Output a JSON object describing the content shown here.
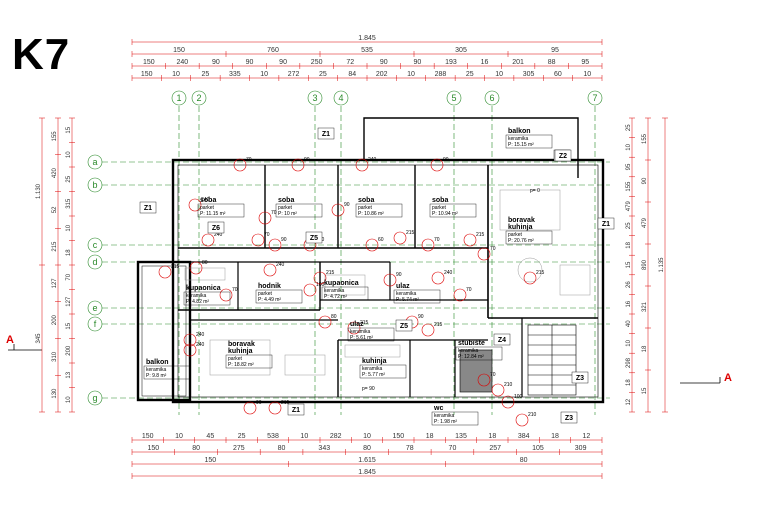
{
  "title": "K7",
  "section_labels": [
    "A",
    "A"
  ],
  "dims": {
    "top_total": "1.845",
    "top_row2": [
      "150",
      "760",
      "535",
      "305",
      "95"
    ],
    "top_row3": [
      "150",
      "240",
      "90",
      "90",
      "90",
      "250",
      "72",
      "90",
      "90",
      "193",
      "16",
      "201",
      "88",
      "95"
    ],
    "top_row4": [
      "150",
      "10",
      "25",
      "335",
      "10",
      "272",
      "25",
      "84",
      "202",
      "10",
      "288",
      "25",
      "10",
      "305",
      "60",
      "10"
    ],
    "bottom_row1": [
      "150",
      "10",
      "45",
      "25",
      "538",
      "10",
      "282",
      "10",
      "150",
      "18",
      "135",
      "18",
      "384",
      "18",
      "12"
    ],
    "bottom_row2": [
      "150",
      "80",
      "275",
      "80",
      "343",
      "80",
      "78",
      "70",
      "257",
      "105",
      "309"
    ],
    "bottom_row3": [
      "150",
      "1.615",
      "80"
    ],
    "bottom_total": "1.845",
    "left_outer": [
      "1.130",
      "345"
    ],
    "left_mid": [
      "155",
      "420",
      "52",
      "215",
      "127",
      "200",
      "310",
      "130"
    ],
    "left_inner": [
      "15",
      "10",
      "25",
      "315",
      "10",
      "18",
      "70",
      "127",
      "15",
      "200",
      "13",
      "10"
    ],
    "right_inner": [
      "25",
      "10",
      "95",
      "155",
      "479",
      "25",
      "18",
      "15",
      "26",
      "16",
      "40",
      "10",
      "298",
      "18",
      "12"
    ],
    "right_mid": [
      "155",
      "90",
      "479",
      "890",
      "321",
      "18",
      "15"
    ],
    "right_outer": [
      "1.135"
    ]
  },
  "axes": {
    "columns": [
      "1",
      "2",
      "3",
      "4",
      "5",
      "6",
      "7"
    ],
    "rows": [
      "a",
      "b",
      "c",
      "d",
      "e",
      "f",
      "g"
    ]
  },
  "zones": [
    "Z1",
    "Z1",
    "Z1",
    "Z1",
    "Z1",
    "Z2",
    "Z3",
    "Z3",
    "Z4",
    "Z5",
    "Z5",
    "Z6"
  ],
  "rooms": [
    {
      "name": "soba",
      "floor": "parket",
      "area": "P: 11.15 m²"
    },
    {
      "name": "soba",
      "floor": "parket",
      "area": "P: 10 m²"
    },
    {
      "name": "soba",
      "floor": "parket",
      "area": "P: 10.86 m²"
    },
    {
      "name": "soba",
      "floor": "parket",
      "area": "P: 10.94 m²"
    },
    {
      "name": "balkon",
      "floor": "keramika",
      "area": "P: 15.15 m²"
    },
    {
      "name": "boravak kuhinja",
      "floor": "parket",
      "area": "P: 20.76 m²"
    },
    {
      "name": "kupaonica",
      "floor": "keramika",
      "area": "P: 4.82 m²"
    },
    {
      "name": "hodnik",
      "floor": "parket",
      "area": "P: 4.49 m²"
    },
    {
      "name": "kupaonica",
      "floor": "keramika",
      "area": "P: 4.72 m²"
    },
    {
      "name": "ulaz",
      "floor": "keramika",
      "area": "P: 5.74 m²"
    },
    {
      "name": "ulaz",
      "floor": "keramika",
      "area": "P: 5.61 m²"
    },
    {
      "name": "boravak kuhinja",
      "floor": "parket",
      "area": "P: 18.82 m²"
    },
    {
      "name": "balkon",
      "floor": "keramika",
      "area": "P: 9.8 m²"
    },
    {
      "name": "kuhinja",
      "floor": "keramika",
      "area": "P: 5.77 m²"
    },
    {
      "name": "stubište",
      "floor": "keramika",
      "area": "P: 12.84 m²"
    },
    {
      "name": "wc",
      "floor": "keramika",
      "area": "P: 1.98 m²"
    }
  ],
  "openings": [
    "70",
    "90",
    "240",
    "90",
    "240",
    "70",
    "90",
    "240",
    "70",
    "90",
    "240",
    "60",
    "215",
    "70",
    "215",
    "70",
    "215",
    "80",
    "215",
    "70",
    "240",
    "100",
    "215",
    "90",
    "240",
    "70",
    "240",
    "240",
    "90",
    "215",
    "80",
    "215",
    "90",
    "215",
    "70",
    "210",
    "100",
    "210"
  ],
  "parapet": "p= 0",
  "parapet2": "p= 90"
}
